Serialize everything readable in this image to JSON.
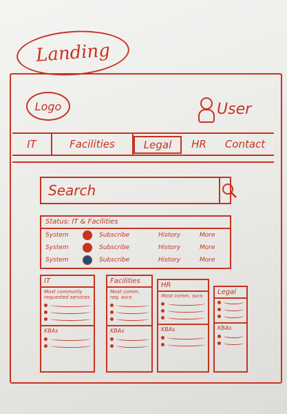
{
  "landing_label": "Landing",
  "header": {
    "logo": "Logo",
    "user": "User"
  },
  "nav": {
    "tabs": [
      "IT",
      "Facilities",
      "Legal",
      "HR",
      "Contact"
    ],
    "active": "Legal"
  },
  "search": {
    "placeholder": "Search",
    "icon": "search-icon"
  },
  "status": {
    "title": "Status: IT & Facilities",
    "rows": [
      {
        "system": "System",
        "status_color": "#c8321f",
        "subscribe": "Subscribe",
        "history": "History",
        "more": "More"
      },
      {
        "system": "System",
        "status_color": "#c8321f",
        "subscribe": "Subscribe",
        "history": "History",
        "more": "More"
      },
      {
        "system": "System",
        "status_color": "#1c4f7a",
        "subscribe": "Subscribe",
        "history": "History",
        "more": "More"
      }
    ]
  },
  "columns": [
    {
      "title": "IT",
      "subtitle": "Most commonly requested services",
      "kb": "KBAs"
    },
    {
      "title": "Facilities",
      "subtitle": "Most comm. req. svcs",
      "kb": "KBAs"
    },
    {
      "title": "HR",
      "subtitle": "Most comm. svcs",
      "kb": "KBAs"
    },
    {
      "title": "Legal",
      "subtitle": "",
      "kb": "KBAs"
    }
  ]
}
